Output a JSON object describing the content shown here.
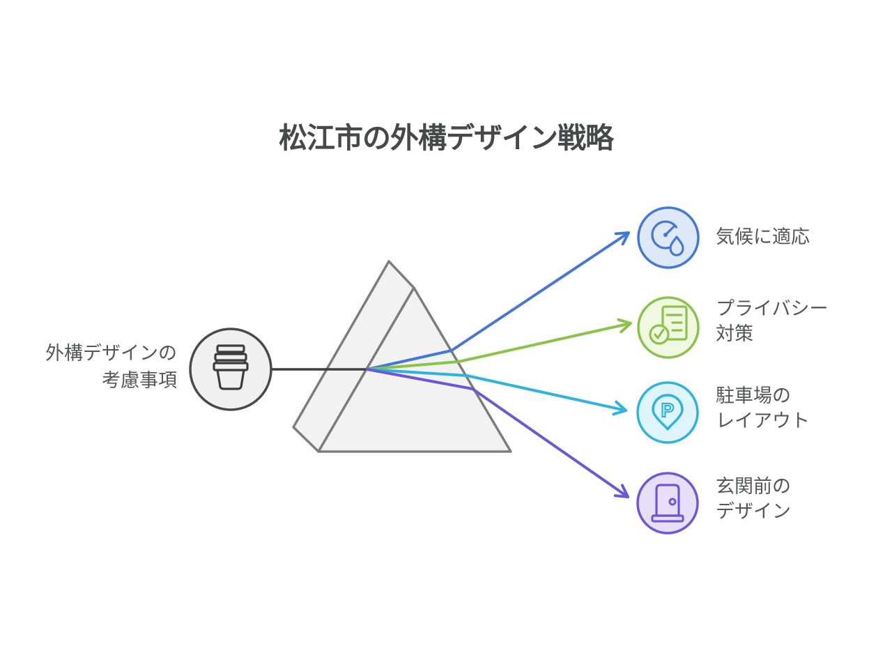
{
  "title": "松江市の外構デザイン戦略",
  "source": {
    "label_lines": [
      "外構デザインの",
      "考慮事項"
    ],
    "icon": "stacked-planters-icon",
    "color": "#4a4a4a",
    "fill": "#f0f0f0"
  },
  "prism": {
    "stroke": "#7d7d7d",
    "fill": "#f2f2f2"
  },
  "branches": [
    {
      "label_lines": [
        "気候に適応"
      ],
      "icon": "gauge-droplet-icon",
      "color": "#4478d4",
      "fill": "#dde8f8"
    },
    {
      "label_lines": [
        "プライバシー",
        "対策"
      ],
      "icon": "document-check-icon",
      "color": "#8bc34a",
      "fill": "#f1f8e2"
    },
    {
      "label_lines": [
        "駐車場の",
        "レイアウト"
      ],
      "icon": "parking-pin-icon",
      "icon_glyph": "P",
      "color": "#2eb3de",
      "fill": "#e0f4fb"
    },
    {
      "label_lines": [
        "玄関前の",
        "デザイン"
      ],
      "icon": "door-icon",
      "color": "#6e57d6",
      "fill": "#e5dff7"
    }
  ]
}
